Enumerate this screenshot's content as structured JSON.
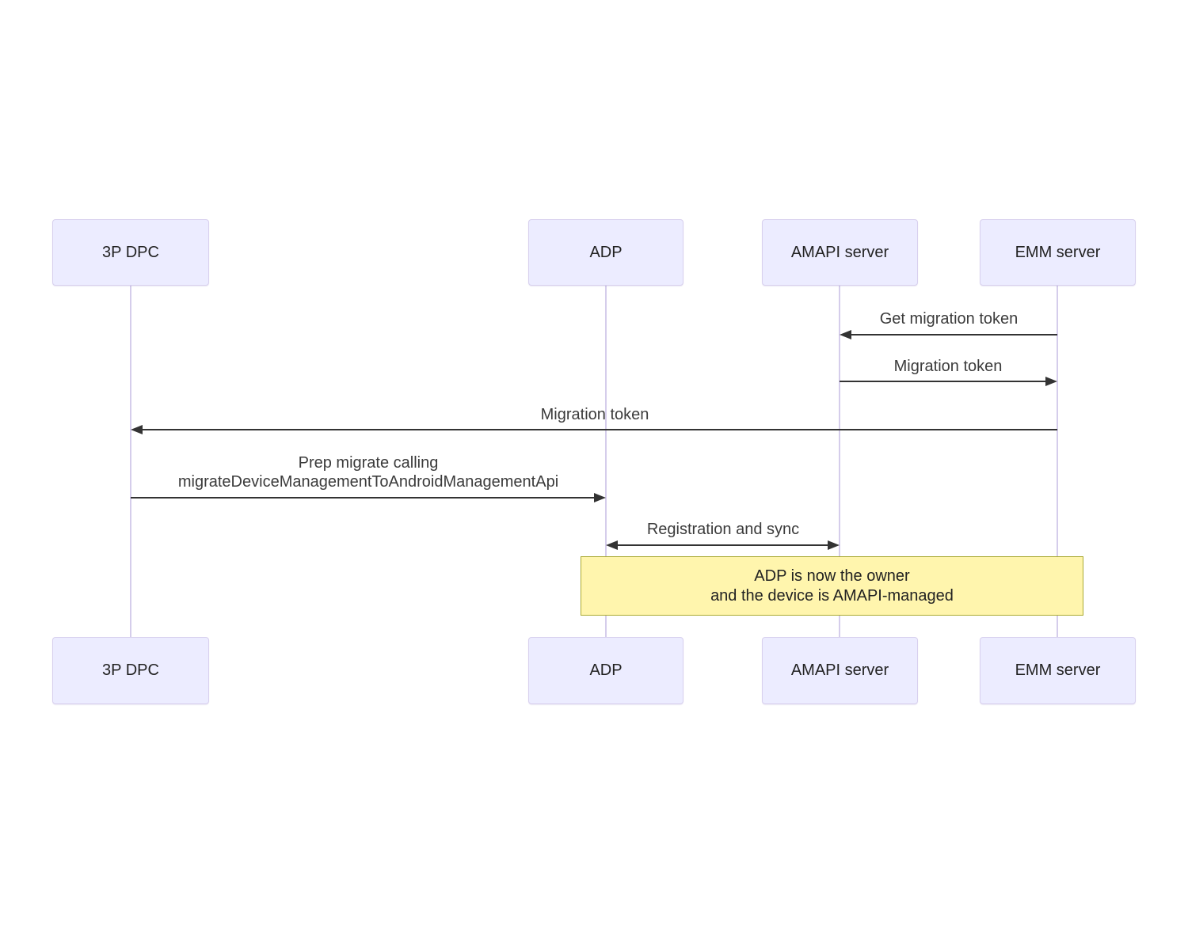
{
  "diagram_type": "sequence",
  "actors": [
    {
      "id": "3p-dpc",
      "label": "3P DPC"
    },
    {
      "id": "adp",
      "label": "ADP"
    },
    {
      "id": "amapi-server",
      "label": "AMAPI server"
    },
    {
      "id": "emm-server",
      "label": "EMM server"
    }
  ],
  "messages": [
    {
      "from": "EMM server",
      "to": "AMAPI server",
      "label": "Get migration token",
      "direction": "left"
    },
    {
      "from": "AMAPI server",
      "to": "EMM server",
      "label": "Migration token",
      "direction": "right"
    },
    {
      "from": "EMM server",
      "to": "3P DPC",
      "label": "Migration token",
      "direction": "left"
    },
    {
      "from": "3P DPC",
      "to": "ADP",
      "label_line1": "Prep migrate calling",
      "label_line2": "migrateDeviceManagementToAndroidManagementApi",
      "direction": "right"
    },
    {
      "from": "ADP",
      "to": "AMAPI server",
      "label": "Registration and sync",
      "direction": "both"
    }
  ],
  "note": {
    "spans_from": "ADP",
    "spans_to": "EMM server",
    "line1": "ADP is now the owner",
    "line2": "and the device is AMAPI-managed"
  },
  "colors": {
    "actor_fill": "#ECECFF",
    "actor_border": "#D8D0EE",
    "lifeline": "#D5CDEB",
    "arrow": "#333333",
    "message_text": "#3B3B3B",
    "note_fill": "#FFF5AD",
    "note_border": "#AAAA33"
  }
}
